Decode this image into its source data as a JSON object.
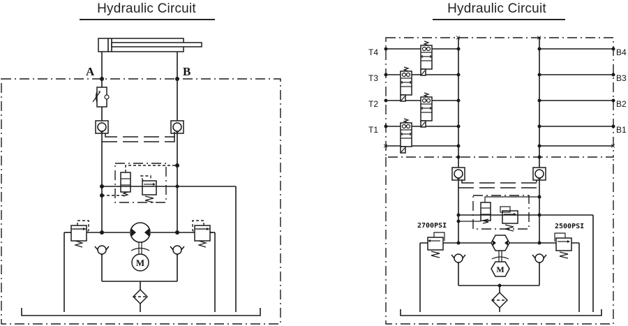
{
  "left_diagram": {
    "title": "Hydraulic Circuit",
    "port_labels": {
      "a": "A",
      "b": "B"
    },
    "motor_label": "M",
    "components": [
      "double-acting-cylinder",
      "throttle-check-valve",
      "pilot-check-valve-a",
      "pilot-check-valve-b",
      "solenoid-valve",
      "relief-valve-center",
      "relief-valve-left",
      "relief-valve-right",
      "bidirectional-pump",
      "electric-motor",
      "check-valve-left",
      "check-valve-right",
      "filter",
      "tank"
    ]
  },
  "right_diagram": {
    "title": "Hydraulic Circuit",
    "left_ports": [
      "T4",
      "T3",
      "T2",
      "T1"
    ],
    "right_ports": [
      "B4",
      "B3",
      "B2",
      "B1"
    ],
    "pressure_labels": {
      "left": "2700PSI",
      "right": "2500PSI"
    },
    "motor_label": "M",
    "components": [
      "solenoid-valve-t4",
      "solenoid-valve-t3",
      "solenoid-valve-t2",
      "solenoid-valve-t1",
      "pilot-check-valve-a",
      "pilot-check-valve-b",
      "solenoid-valve",
      "relief-valve-center",
      "relief-valve-left",
      "relief-valve-right",
      "bidirectional-pump",
      "electric-motor",
      "check-valve-left",
      "check-valve-right",
      "filter",
      "tank"
    ]
  }
}
